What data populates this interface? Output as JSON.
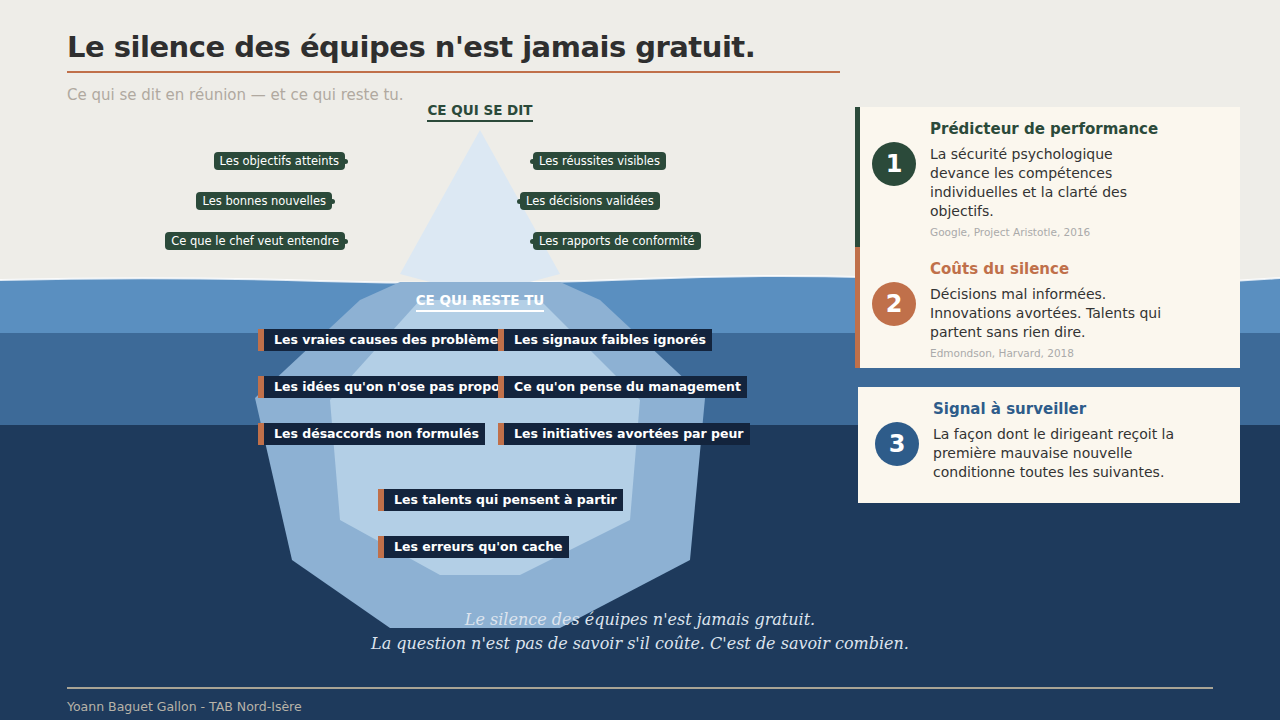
{
  "diagram": {
    "title": "Le silence des équipes n'est jamais gratuit.",
    "nodes": [
      {
        "text": [
          "Les objectifs atteints"
        ]
      },
      {
        "text": [
          "Les réussites visibles"
        ]
      },
      {
        "text": [
          "Les bonnes nouvelles"
        ]
      },
      {
        "text": [
          "Les décisions validées"
        ]
      },
      {
        "text": [
          "Ce que le chef veut entendre"
        ]
      },
      {
        "text": [
          "Les rapports de conformité"
        ]
      },
      {
        "text": [
          "Les vraies causes des problèmes"
        ]
      },
      {
        "text": [
          "Les signaux faibles ignorés"
        ]
      },
      {
        "text": [
          "Les idées qu'on n'ose pas proposer"
        ]
      },
      {
        "text": [
          "Ce qu'on pense du management"
        ]
      },
      {
        "text": [
          "Les désaccords non formulés"
        ]
      },
      {
        "text": [
          "Les initiatives avortées par peur"
        ]
      },
      {
        "text": [
          "Les talents qui pensent à partir"
        ]
      },
      {
        "text": [
          "Les erreurs qu'on cache"
        ]
      },
      {
        "text": [
          "Prédicteur de performance",
          "La sécurité psychologique devance les compétences individuelles et la clarté des objectifs.",
          "Google, Project Aristotle, 2016"
        ]
      },
      {
        "text": [
          "1"
        ],
        "in": 14
      },
      {
        "text": [
          "Coûts du silence",
          "Décisions mal informées. Innovations avortées. Talents qui partent sans rien dire.",
          "Edmondson, Harvard, 2018"
        ]
      },
      {
        "text": [
          "2"
        ],
        "in": 16
      },
      {
        "text": [
          "Signal à surveiller",
          "La façon dont le dirigeant reçoit la première mauvaise nouvelle conditionne toutes les suivantes."
        ]
      },
      {
        "text": [
          "3"
        ],
        "in": 18
      }
    ],
    "labels": [
      "Ce qui se dit en réunion — et ce qui reste tu.",
      "CE QUI SE DIT",
      "CE QUI RESTE TU",
      "Le silence des équipes n'est jamais gratuit.",
      "La question n'est pas de savoir s'il coûte. C'est de savoir combien.",
      "Yoann Baguet Gallon  -  TAB Nord-Isère"
    ]
  }
}
